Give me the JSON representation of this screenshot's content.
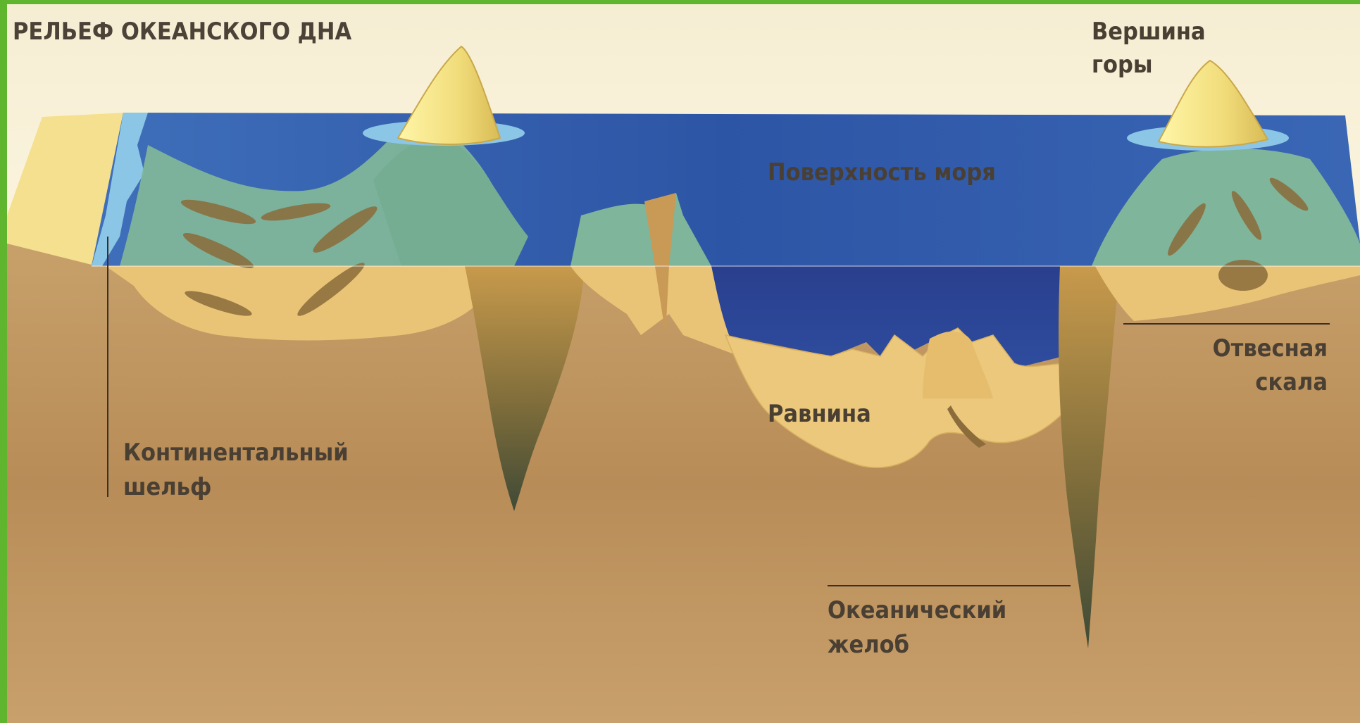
{
  "title": "РЕЛЬЕФ ОКЕАНСКОГО ДНА",
  "labels": {
    "peak_line1": "Вершина",
    "peak_line2": "горы",
    "sea_surface": "Поверхность моря",
    "cliff_line1": "Отвесная",
    "cliff_line2": "скала",
    "plain": "Равнина",
    "shelf_line1": "Континентальный",
    "shelf_line2": "шельф",
    "trench_line1": "Океанический",
    "trench_line2": "желоб"
  },
  "colors": {
    "frame": "#5fb52e",
    "sky": "#fbf3dc",
    "sea_deep": "#2f57a8",
    "sea_shallow": "#8cc6e6",
    "seabed_underwater": "#7fb59a",
    "sediment": "#e9c477",
    "ground": "#b58b57",
    "peak": "#f6e58a",
    "text": "#4a3f33"
  }
}
